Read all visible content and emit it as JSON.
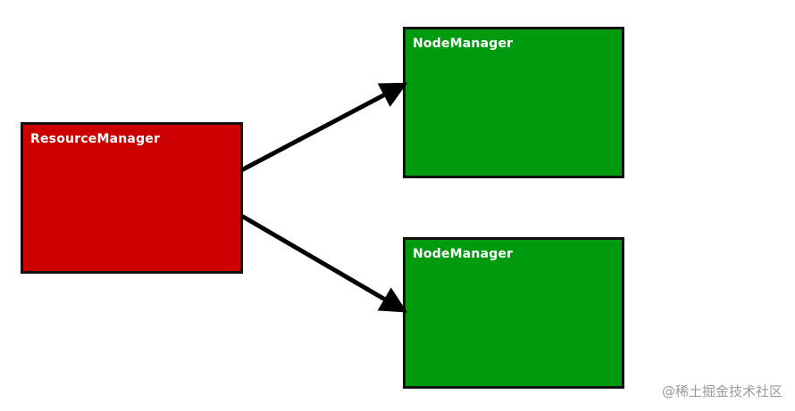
{
  "diagram": {
    "nodes": [
      {
        "id": "resource-manager",
        "label": "ResourceManager",
        "fill": "#cc0000"
      },
      {
        "id": "node-manager-1",
        "label": "NodeManager",
        "fill": "#009a0e"
      },
      {
        "id": "node-manager-2",
        "label": "NodeManager",
        "fill": "#009a0e"
      }
    ],
    "edges": [
      {
        "from": "resource-manager",
        "to": "node-manager-1"
      },
      {
        "from": "resource-manager",
        "to": "node-manager-2"
      }
    ],
    "border_color": "#111111",
    "arrow_color": "#000000"
  },
  "watermark": "@稀土掘金技术社区"
}
